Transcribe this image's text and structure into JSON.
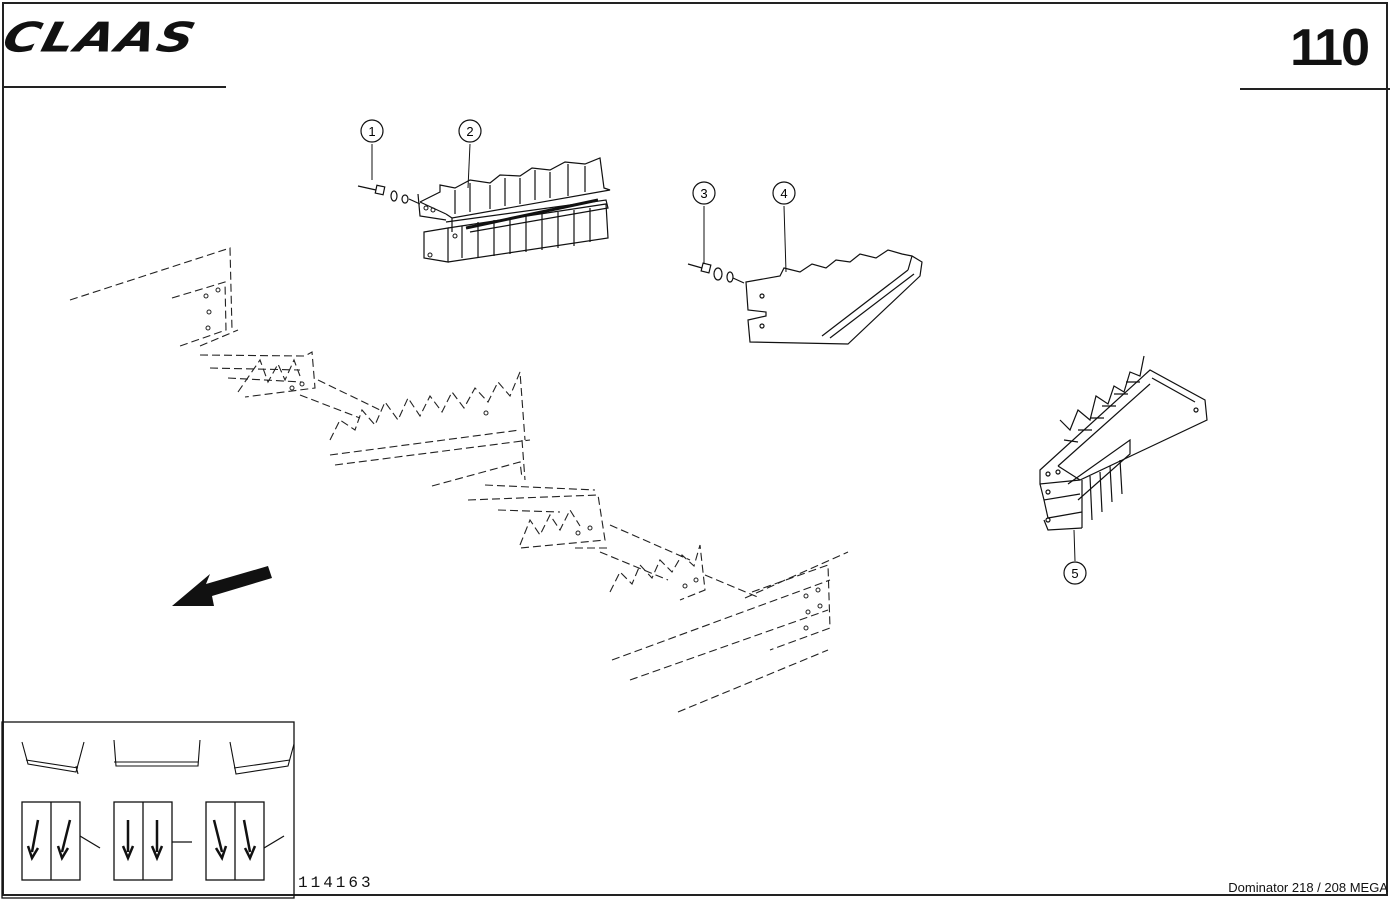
{
  "header": {
    "logo_text": "CLAAS",
    "page_number": "110"
  },
  "callouts": [
    {
      "label": "1"
    },
    {
      "label": "2"
    },
    {
      "label": "3"
    },
    {
      "label": "4"
    },
    {
      "label": "5"
    }
  ],
  "footer": {
    "document_number": "114163",
    "model": "Dominator 218 / 208 MEGA"
  }
}
